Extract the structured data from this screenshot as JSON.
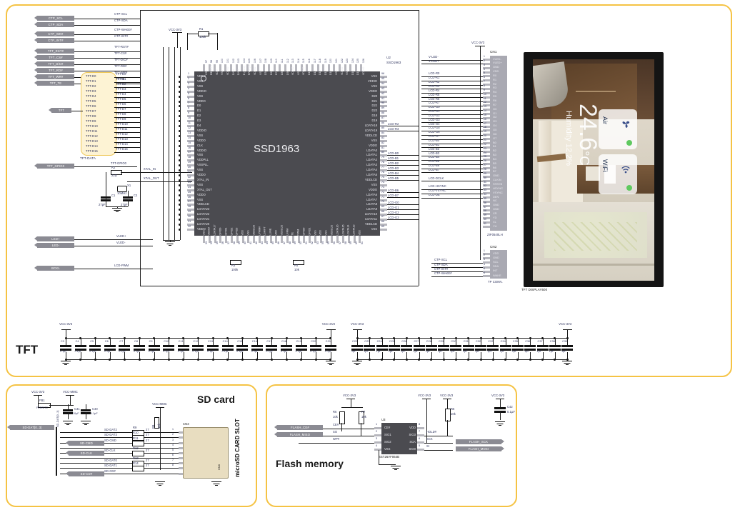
{
  "panels": {
    "tft": {
      "title": "TFT"
    },
    "sd": {
      "title": "SD card"
    },
    "flash": {
      "title": "Flash memory"
    }
  },
  "tft_section": {
    "left_ports": [
      {
        "name": "CTP_SCL",
        "net": "CTP-SCL"
      },
      {
        "name": "CTP_SDA",
        "net": "CTP-SDA"
      },
      {
        "name": "CTP_WK#",
        "net": "CTP-WAKE#"
      },
      {
        "name": "CTP_INT#",
        "net": "CTP-INT#"
      },
      {
        "name": "TFT_RST#",
        "net": "TFT-RST#"
      },
      {
        "name": "TFT_CS#",
        "net": "TFT-CS#"
      },
      {
        "name": "TFT_D/C#",
        "net": "TFT-D/C#"
      },
      {
        "name": "TFT_RD#",
        "net": "TFT-RD#"
      },
      {
        "name": "TFT_WR#",
        "net": "TFT-WR#"
      },
      {
        "name": "TFT_TE",
        "net": "TFT-TE"
      }
    ],
    "bus_port": "TFT",
    "bus_name": "TFT-DATA",
    "bus_signals": [
      "TFT-D0",
      "TFT-D1",
      "TFT-D2",
      "TFT-D3",
      "TFT-D4",
      "TFT-D5",
      "TFT-D6",
      "TFT-D7",
      "TFT-D8",
      "TFT-D9",
      "TFT-D10",
      "TFT-D11",
      "TFT-D12",
      "TFT-D13",
      "TFT-D14",
      "TFT-D15"
    ],
    "gpio_port": "TFT_GPIO0",
    "gpio_net": "TFT-GPIO0",
    "led_ports": [
      "LED+",
      "LED-"
    ],
    "led_nets": [
      "VLED+",
      "VLED-"
    ],
    "bckl_port": "BCKL",
    "bckl_net": "LCD-PWM",
    "xtal": {
      "ref": "X1",
      "value": "10MHz",
      "in": "XTAL_IN",
      "out": "XTAL_OUT",
      "c1": {
        "ref": "C1",
        "value": "27pF"
      },
      "c2": {
        "ref": "C2",
        "value": "27pF"
      },
      "r2": {
        "ref": "R2",
        "value": "22Ω"
      }
    },
    "resistors": [
      {
        "ref": "R1",
        "value": "100k"
      },
      {
        "ref": "R3",
        "value": "100k"
      },
      {
        "ref": "R4",
        "value": "10k"
      }
    ],
    "rails": [
      "VCC-3V3",
      "VCC-3V3",
      "VCC-3V3"
    ]
  },
  "chip_u2": {
    "ref": "U2",
    "part": "SSD1963",
    "name": "SSD1963",
    "left_pins": [
      {
        "n": "1",
        "label": "VDDO"
      },
      {
        "n": "2",
        "label": "VSS"
      },
      {
        "n": "3",
        "label": "VSS"
      },
      {
        "n": "4",
        "label": "VDDIO"
      },
      {
        "n": "5",
        "label": "VSS"
      },
      {
        "n": "6",
        "label": "VDDO"
      },
      {
        "n": "7",
        "label": "D0"
      },
      {
        "n": "8",
        "label": "D1"
      },
      {
        "n": "9",
        "label": "D2"
      },
      {
        "n": "10",
        "label": "D3"
      },
      {
        "n": "11",
        "label": "D4"
      },
      {
        "n": "12",
        "label": "VDDIO"
      },
      {
        "n": "13",
        "label": "VSS"
      },
      {
        "n": "14",
        "label": "VDDO"
      },
      {
        "n": "15",
        "label": "CLK"
      },
      {
        "n": "16",
        "label": "VDDIO"
      },
      {
        "n": "17",
        "label": "VSS"
      },
      {
        "n": "18",
        "label": "VDDPLL"
      },
      {
        "n": "19",
        "label": "VSSPLL"
      },
      {
        "n": "20",
        "label": "VSS"
      },
      {
        "n": "21",
        "label": "VDDO"
      },
      {
        "n": "22",
        "label": "XTAL_IN"
      },
      {
        "n": "23",
        "label": "VSS"
      },
      {
        "n": "24",
        "label": "XTAL_OUT"
      },
      {
        "n": "25",
        "label": "VDDO"
      },
      {
        "n": "26",
        "label": "VSS"
      },
      {
        "n": "27",
        "label": "VDDLCD"
      },
      {
        "n": "28",
        "label": "LDATA23"
      },
      {
        "n": "29",
        "label": "LDATA22"
      },
      {
        "n": "30",
        "label": "LDATA21"
      },
      {
        "n": "31",
        "label": "LDATA20"
      },
      {
        "n": "32",
        "label": "VDDO"
      }
    ],
    "right_pins": [
      {
        "n": "96",
        "label": "VSS"
      },
      {
        "n": "95",
        "label": "VDDIO"
      },
      {
        "n": "94",
        "label": "VSS"
      },
      {
        "n": "93",
        "label": "VDDO"
      },
      {
        "n": "92",
        "label": "D20"
      },
      {
        "n": "91",
        "label": "D21"
      },
      {
        "n": "90",
        "label": "D22"
      },
      {
        "n": "89",
        "label": "D23"
      },
      {
        "n": "88",
        "label": "D18"
      },
      {
        "n": "87",
        "label": "D19"
      },
      {
        "n": "86",
        "label": "LDATA18"
      },
      {
        "n": "85",
        "label": "LDATA19"
      },
      {
        "n": "84",
        "label": "VDDLCD"
      },
      {
        "n": "83",
        "label": "VSS"
      },
      {
        "n": "82",
        "label": "VDDO"
      },
      {
        "n": "81",
        "label": "LDATA0"
      },
      {
        "n": "80",
        "label": "LDATA1"
      },
      {
        "n": "79",
        "label": "LDATA2"
      },
      {
        "n": "78",
        "label": "LDATA3"
      },
      {
        "n": "77",
        "label": "LDATA4"
      },
      {
        "n": "76",
        "label": "LDATA5"
      },
      {
        "n": "75",
        "label": "VDDLCD"
      },
      {
        "n": "74",
        "label": "VSS"
      },
      {
        "n": "73",
        "label": "VDDO"
      },
      {
        "n": "72",
        "label": "LDATA6"
      },
      {
        "n": "71",
        "label": "LDATA7"
      },
      {
        "n": "70",
        "label": "LDATA8"
      },
      {
        "n": "69",
        "label": "LDATA9"
      },
      {
        "n": "68",
        "label": "LDATA10"
      },
      {
        "n": "67",
        "label": "LDATA11"
      },
      {
        "n": "66",
        "label": "VDDLCD"
      },
      {
        "n": "65",
        "label": "VSS"
      }
    ],
    "top_pins": [
      "CS#",
      "RESET#",
      "VDD",
      "VSS",
      "VDDIO",
      "D/C#",
      "D/C#",
      "E (RD#)",
      "R/W# (WR#)",
      "VDDIO",
      "VSS",
      "D5",
      "D6",
      "D7",
      "D8",
      "D9",
      "VDDIO",
      "VSS",
      "VDDIO",
      "D11",
      "D12",
      "D13",
      "D14",
      "D15",
      "VSS",
      "VDDIO",
      "VSS",
      "D16",
      "D17",
      "VDDIO"
    ],
    "bottom_pins": [
      "VSS",
      "VDDIO",
      "LDATA17",
      "GPIO0",
      "GPIO1",
      "GPIO2",
      "GPIO3",
      "VDD",
      "VSS",
      "VDDLCD",
      "LPWM#",
      "LSHIFT",
      "LLINE",
      "VDD",
      "VDDLCD",
      "LFRM",
      "TE",
      "PWM",
      "GPIO0",
      "GPIO1",
      "VSS",
      "VDD",
      "VSS",
      "VDDLCD",
      "LDATA16",
      "LDATA15",
      "LDATA14",
      "LDATA13",
      "VDD"
    ]
  },
  "cn1": {
    "ref": "CN1",
    "part": "ZIF0540LH",
    "pins": [
      {
        "n": "1",
        "label": "VLED-",
        "net": "V-LED-"
      },
      {
        "n": "2",
        "label": "VLED+",
        "net": "V-LED+"
      },
      {
        "n": "3",
        "label": "GND",
        "net": ""
      },
      {
        "n": "4",
        "label": "VDD",
        "net": ""
      },
      {
        "n": "5",
        "label": "R0",
        "net": "LCD-R0"
      },
      {
        "n": "6",
        "label": "R1",
        "net": "LCD-R1"
      },
      {
        "n": "7",
        "label": "R2",
        "net": "LCD-R2"
      },
      {
        "n": "8",
        "label": "R3",
        "net": "LCD-R3"
      },
      {
        "n": "9",
        "label": "R4",
        "net": "LCD-R4"
      },
      {
        "n": "10",
        "label": "R5",
        "net": "LCD-R5"
      },
      {
        "n": "11",
        "label": "R6",
        "net": "LCD-R6"
      },
      {
        "n": "12",
        "label": "R7",
        "net": "LCD-R7"
      },
      {
        "n": "13",
        "label": "G0",
        "net": "LCD-G0"
      },
      {
        "n": "14",
        "label": "G1",
        "net": "LCD-G1"
      },
      {
        "n": "15",
        "label": "G2",
        "net": "LCD-G2"
      },
      {
        "n": "16",
        "label": "G3",
        "net": "LCD-G3"
      },
      {
        "n": "17",
        "label": "G4",
        "net": "LCD-G4"
      },
      {
        "n": "18",
        "label": "G5",
        "net": "LCD-G5"
      },
      {
        "n": "19",
        "label": "G6",
        "net": "LCD-G6"
      },
      {
        "n": "20",
        "label": "G7",
        "net": "LCD-G7"
      },
      {
        "n": "21",
        "label": "B0",
        "net": "LCD-B0"
      },
      {
        "n": "22",
        "label": "B1",
        "net": "LCD-B1"
      },
      {
        "n": "23",
        "label": "B2",
        "net": "LCD-B2"
      },
      {
        "n": "24",
        "label": "B3",
        "net": "LCD-B3"
      },
      {
        "n": "25",
        "label": "B4",
        "net": "LCD-B4"
      },
      {
        "n": "26",
        "label": "B5",
        "net": "LCD-B5"
      },
      {
        "n": "27",
        "label": "B6",
        "net": "LCD-B6"
      },
      {
        "n": "28",
        "label": "B7",
        "net": "LCD-B7"
      },
      {
        "n": "29",
        "label": "GND",
        "net": ""
      },
      {
        "n": "30",
        "label": "CLKIN",
        "net": "LCD-DCLK"
      },
      {
        "n": "31",
        "label": "STBYB",
        "net": ""
      },
      {
        "n": "32",
        "label": "HSYNC",
        "net": "LCD-HSYNC"
      },
      {
        "n": "33",
        "label": "VSYNC",
        "net": "LCD-VSYNC"
      },
      {
        "n": "34",
        "label": "DEN",
        "net": "LCD-DE"
      },
      {
        "n": "35",
        "label": "NC",
        "net": ""
      },
      {
        "n": "36",
        "label": "GND",
        "net": ""
      },
      {
        "n": "37",
        "label": "GND",
        "net": ""
      },
      {
        "n": "38",
        "label": "XR",
        "net": ""
      },
      {
        "n": "39",
        "label": "YD",
        "net": ""
      },
      {
        "n": "40",
        "label": "XL",
        "net": ""
      },
      {
        "n": "41",
        "label": "YU",
        "net": ""
      }
    ]
  },
  "cn2": {
    "ref": "CN2",
    "part": "TP CONN.",
    "pins": [
      {
        "n": "1",
        "label": "VDD",
        "net": ""
      },
      {
        "n": "2",
        "label": "GND",
        "net": ""
      },
      {
        "n": "3",
        "label": "SCL",
        "net": "CTP-SCL"
      },
      {
        "n": "4",
        "label": "SDA",
        "net": "CTP-SDA"
      },
      {
        "n": "5",
        "label": "INT",
        "net": "CTP-INT#"
      },
      {
        "n": "6",
        "label": "WAKE",
        "net": "CTP-WAKE#"
      }
    ]
  },
  "display": {
    "label": "TFT DISPLAY500",
    "temperature": "24.6",
    "temperature_unit": "°C",
    "humidity": "Humidity 12.2%",
    "cards": [
      {
        "title": "Air",
        "icon": "fan-icon",
        "status_color": "#5fc95f"
      },
      {
        "title": "WiFi",
        "icon": "wifi-icon",
        "status_color": "#5fc95f"
      }
    ]
  },
  "cap_bank_1": {
    "rail_left": "VCC-3V3",
    "rail_right": "VCC-3V3",
    "caps": [
      {
        "ref": "C3",
        "value": "0.1µF"
      },
      {
        "ref": "C4",
        "value": "0.1µF"
      },
      {
        "ref": "C5",
        "value": "0.1µF"
      },
      {
        "ref": "C6",
        "value": "0.1µF"
      },
      {
        "ref": "C7",
        "value": "0.1µF"
      },
      {
        "ref": "C8",
        "value": "0.1µF"
      },
      {
        "ref": "C9",
        "value": "0.1µF"
      },
      {
        "ref": "C10",
        "value": "0.1µF"
      },
      {
        "ref": "C11",
        "value": "0.1µF"
      },
      {
        "ref": "C12",
        "value": "0.1µF"
      },
      {
        "ref": "C13",
        "value": "0.1µF"
      },
      {
        "ref": "C14",
        "value": "0.1µF"
      },
      {
        "ref": "C15",
        "value": "0.1µF"
      },
      {
        "ref": "C16",
        "value": "0.1µF"
      },
      {
        "ref": "C17",
        "value": "0.1µF"
      },
      {
        "ref": "C18",
        "value": "0.1µF"
      },
      {
        "ref": "C19",
        "value": "0.1µF"
      },
      {
        "ref": "C20",
        "value": "0.1µF"
      },
      {
        "ref": "C21",
        "value": "0.1µF"
      }
    ]
  },
  "cap_bank_2": {
    "rail_left": "VCC-3V3",
    "rail_right": "VCC-3V3",
    "caps": [
      {
        "ref": "C22",
        "value": "1µF"
      },
      {
        "ref": "C23",
        "value": "1µF"
      },
      {
        "ref": "C24",
        "value": "1µF"
      },
      {
        "ref": "C25",
        "value": "1µF"
      },
      {
        "ref": "C26",
        "value": "1µF"
      },
      {
        "ref": "C27",
        "value": "1µF"
      },
      {
        "ref": "C28",
        "value": "1µF"
      },
      {
        "ref": "C29",
        "value": "1µF"
      },
      {
        "ref": "C30",
        "value": "1µF"
      },
      {
        "ref": "C31",
        "value": "1µF"
      },
      {
        "ref": "C32",
        "value": "1µF"
      },
      {
        "ref": "C33",
        "value": "1µF"
      },
      {
        "ref": "C34",
        "value": "1µF"
      },
      {
        "ref": "C35",
        "value": "1µF"
      },
      {
        "ref": "C36",
        "value": "1µF"
      },
      {
        "ref": "C37",
        "value": "1µF"
      },
      {
        "ref": "C38",
        "value": "1µF"
      },
      {
        "ref": "C39",
        "value": "1µF"
      }
    ]
  },
  "sd_card": {
    "title": "SD card",
    "rails": [
      "VCC-3V3",
      "VCC-MMC",
      "VCC-MMC"
    ],
    "ferrite": {
      "ref": "FB1",
      "value": "FERRITE"
    },
    "caps": [
      {
        "ref": "C41",
        "value": "10µF"
      },
      {
        "ref": "C40",
        "value": "0.1µF"
      }
    ],
    "pullup": {
      "ref": "R8",
      "value": "10k"
    },
    "bus_port": "SD-DAT[0..3]",
    "bus_label": "SD-DAT[0..3]",
    "rows": [
      {
        "net": "SD-DAT2",
        "ref": "R9",
        "value": "27",
        "pin": "1",
        "pad": "DAT2"
      },
      {
        "net": "SD-DAT3",
        "ref": "R10",
        "value": "27",
        "pin": "2",
        "pad": "DAT3"
      },
      {
        "net": "SD-CMD",
        "ref": "R11",
        "value": "27",
        "pin": "3",
        "pad": "CMD"
      },
      {
        "net": "",
        "ref": "",
        "value": "",
        "pin": "4",
        "pad": "+3.3V"
      },
      {
        "net": "SD-CLK",
        "ref": "R12",
        "value": "27",
        "pin": "5",
        "pad": "CLK"
      },
      {
        "net": "",
        "ref": "",
        "value": "",
        "pin": "6",
        "pad": "GND"
      },
      {
        "net": "SD-DAT0",
        "ref": "R13",
        "value": "27",
        "pin": "7",
        "pad": "DAT0"
      },
      {
        "net": "SD-DAT1",
        "ref": "R14",
        "value": "27",
        "pin": "8",
        "pad": "DAT1"
      },
      {
        "net": "SD-CD#",
        "ref": "",
        "value": "",
        "pin": "",
        "pad": "CD"
      }
    ],
    "connector": {
      "ref": "CN3",
      "part": "microSD CARD SLOT",
      "gnd_label": "GND"
    },
    "ports": [
      "SD-CMD",
      "SD-CLK",
      "SD-CD#"
    ]
  },
  "flash": {
    "title": "Flash memory",
    "rails": [
      "VCC-3V3",
      "VCC-3V3",
      "VCC-3V3",
      "VCC-3V3"
    ],
    "chip": {
      "ref": "U3",
      "part": "SST26VF064B"
    },
    "resistors": [
      {
        "ref": "R6",
        "value": "10k"
      },
      {
        "ref": "R7",
        "value": "10k"
      },
      {
        "ref": "R5",
        "value": "10k"
      }
    ],
    "cap": {
      "ref": "C42",
      "value": "0.1µF"
    },
    "left_pins": [
      {
        "n": "1",
        "label": "CE#",
        "net": "CE#"
      },
      {
        "n": "2",
        "label": "SIO1",
        "net": "SO"
      },
      {
        "n": "3",
        "label": "SIO2",
        "net": "WP#"
      },
      {
        "n": "4",
        "label": "VSS",
        "net": ""
      }
    ],
    "right_pins": [
      {
        "n": "8",
        "label": "VDD",
        "net": ""
      },
      {
        "n": "7",
        "label": "SIO3",
        "net": "HOLD#"
      },
      {
        "n": "6",
        "label": "SCK",
        "net": "SCK"
      },
      {
        "n": "5",
        "label": "SIO0",
        "net": "SI"
      }
    ],
    "ports_left": [
      "FLASH_CE#",
      "FLASH_MISO"
    ],
    "ports_right": [
      "FLASH_SCK",
      "FLASH_MOSI"
    ]
  }
}
